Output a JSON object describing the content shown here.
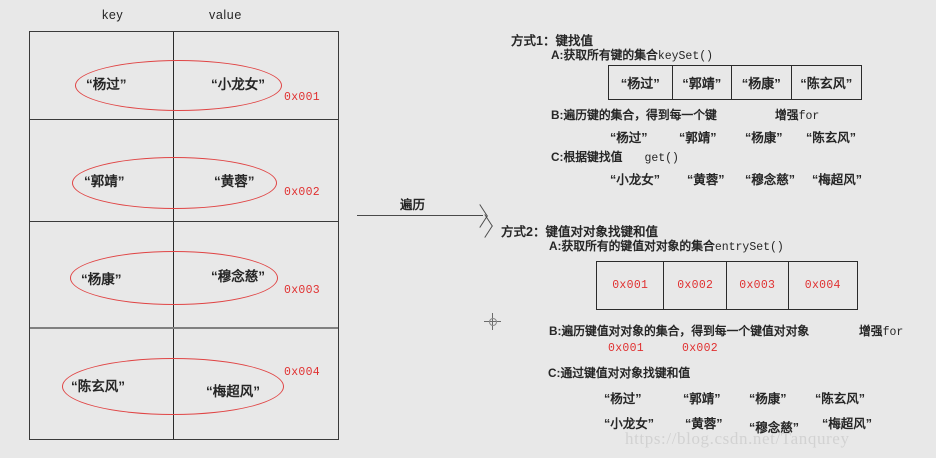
{
  "diagram": {
    "background_color": "#e8e8e8",
    "red_accent": "#e03030",
    "line_color": "#2b2b2b"
  },
  "map_table": {
    "header_key": "key",
    "header_value": "value",
    "rows": [
      {
        "key": "“杨过”",
        "value": "“小龙女”",
        "address": "0x001"
      },
      {
        "key": "“郭靖”",
        "value": "“黄蓉”",
        "address": "0x002"
      },
      {
        "key": "“杨康”",
        "value": "“穆念慈”",
        "address": "0x003"
      },
      {
        "key": "“陈玄风”",
        "value": "“梅超风”",
        "address": "0x004"
      }
    ]
  },
  "arrow": {
    "label": "遍历"
  },
  "way1": {
    "title": "方式1：键找值",
    "step_a": "A:获取所有键的集合",
    "step_a_code": "keySet()",
    "keyset_cells": [
      "“杨过”",
      "“郭靖”",
      "“杨康”",
      "“陈玄风”"
    ],
    "step_b": "B:遍历键的集合，得到每一个键",
    "step_b_note": "增强",
    "step_b_note_code": "for",
    "step_b_values": [
      "“杨过”",
      "“郭靖”",
      "“杨康”",
      "“陈玄风”"
    ],
    "step_c": "C:根据键找值",
    "step_c_code": "get()",
    "step_c_values": [
      "“小龙女”",
      "“黄蓉”",
      "“穆念慈”",
      "“梅超风”"
    ]
  },
  "way2": {
    "title": "方式2：键值对对象找键和值",
    "step_a": "A:获取所有的键值对对象的集合",
    "step_a_code": "entrySet()",
    "entryset_cells": [
      "0x001",
      "0x002",
      "0x003",
      "0x004"
    ],
    "step_b": "B:遍历键值对对象的集合，得到每一个键值对对象",
    "step_b_note": "增强",
    "step_b_note_code": "for",
    "step_b_values": [
      "0x001",
      "0x002"
    ],
    "step_c": "C:通过键值对对象找键和值",
    "step_c_keys": [
      "“杨过”",
      "“郭靖”",
      "“杨康”",
      "“陈玄风”"
    ],
    "step_c_values": [
      "“小龙女”",
      "“黄蓉”",
      "“穆念慈”",
      "“梅超风”"
    ]
  },
  "watermark": "https://blog.csdn.net/Tanqurey"
}
